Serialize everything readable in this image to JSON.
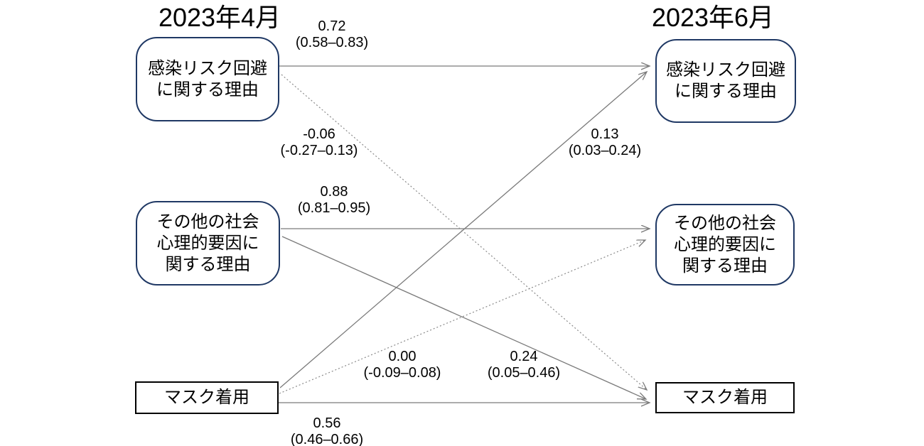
{
  "diagram": {
    "time_left": "2023年4月",
    "time_right": "2023年6月",
    "nodes": {
      "infection_apr": {
        "line1": "感染リスク回避",
        "line2": "に関する理由"
      },
      "psych_apr": {
        "line1": "その他の社会",
        "line2": "心理的要因に",
        "line3": "関する理由"
      },
      "mask_apr": {
        "line1": "マスク着用"
      },
      "infection_jun": {
        "line1": "感染リスク回避",
        "line2": "に関する理由"
      },
      "psych_jun": {
        "line1": "その他の社会",
        "line2": "心理的要因に",
        "line3": "関する理由"
      },
      "mask_jun": {
        "line1": "マスク着用"
      }
    },
    "edges": {
      "infection_to_infection": {
        "estimate": "0.72",
        "ci": "(0.58–0.83)",
        "style": "solid"
      },
      "infection_to_mask": {
        "estimate": "-0.06",
        "ci": "(-0.27–0.13)",
        "style": "dotted"
      },
      "psych_to_psych": {
        "estimate": "0.88",
        "ci": "(0.81–0.95)",
        "style": "solid"
      },
      "mask_to_infection": {
        "estimate": "0.13",
        "ci": "(0.03–0.24)",
        "style": "solid"
      },
      "mask_to_psych": {
        "estimate": "0.00",
        "ci": "(-0.09–0.08)",
        "style": "dotted"
      },
      "psych_to_mask": {
        "estimate": "0.24",
        "ci": "(0.05–0.46)",
        "style": "solid"
      },
      "mask_to_mask": {
        "estimate": "0.56",
        "ci": "(0.46–0.66)",
        "style": "solid"
      }
    },
    "colors": {
      "rounded_node_border": "#1f3864",
      "rect_node_border": "#000000",
      "edge_line": "#7a7a7a",
      "text": "#000000",
      "background": "#ffffff"
    }
  }
}
